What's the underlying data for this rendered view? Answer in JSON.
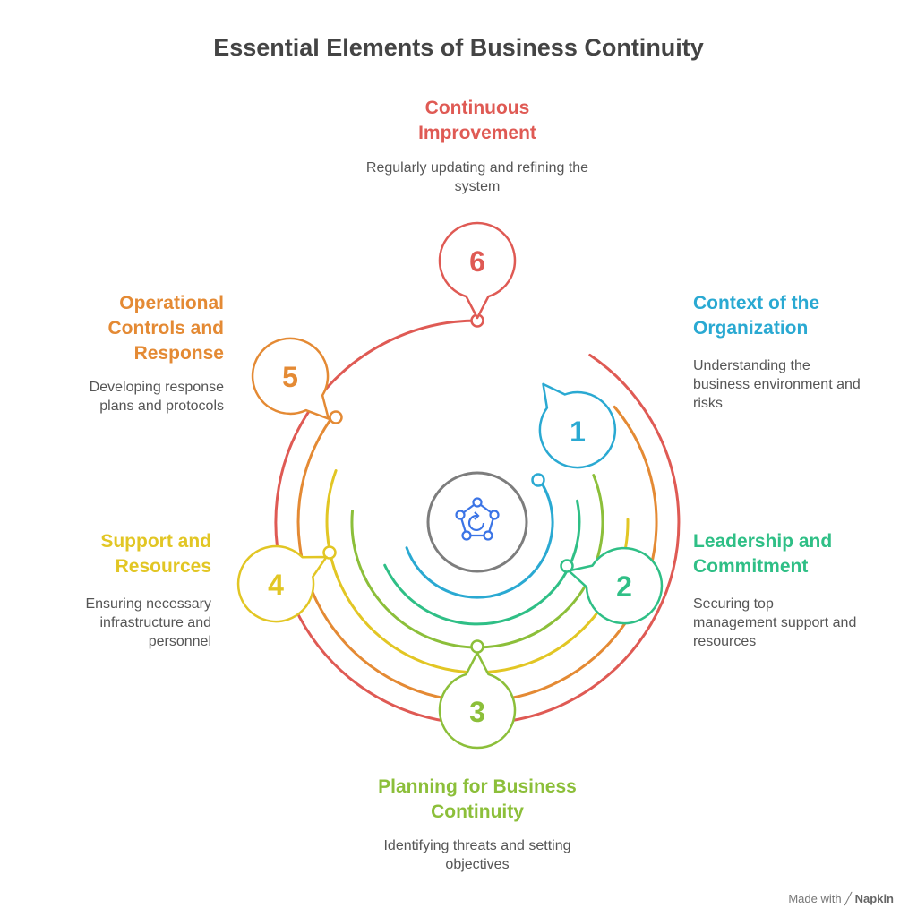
{
  "title": "Essential Elements of Business Continuity",
  "colors": {
    "s1": "#2aa9d2",
    "s2": "#2fbf86",
    "s3": "#8cbf3a",
    "s4": "#e2c624",
    "s5": "#e48a34",
    "s6": "#df5a54",
    "center": "#7d7d7d",
    "icon": "#3b74e6"
  },
  "steps": [
    {
      "number": "1",
      "title": "Context of the Organization",
      "description": "Understanding the business environment and risks"
    },
    {
      "number": "2",
      "title": "Leadership and Commitment",
      "description": "Securing top management support and resources"
    },
    {
      "number": "3",
      "title": "Planning for Business Continuity",
      "description": "Identifying threats and setting objectives"
    },
    {
      "number": "4",
      "title": "Support and Resources",
      "description": "Ensuring necessary infrastructure and personnel"
    },
    {
      "number": "5",
      "title": "Operational Controls and Response",
      "description": "Developing response plans and protocols"
    },
    {
      "number": "6",
      "title": "Continuous Improvement",
      "description": "Regularly updating and refining the system"
    }
  ],
  "center_icon": "cycle-pentagon-icon",
  "watermark": {
    "prefix": "Made with",
    "brand": "Napkin",
    "icon": "napkin-logo-icon"
  }
}
